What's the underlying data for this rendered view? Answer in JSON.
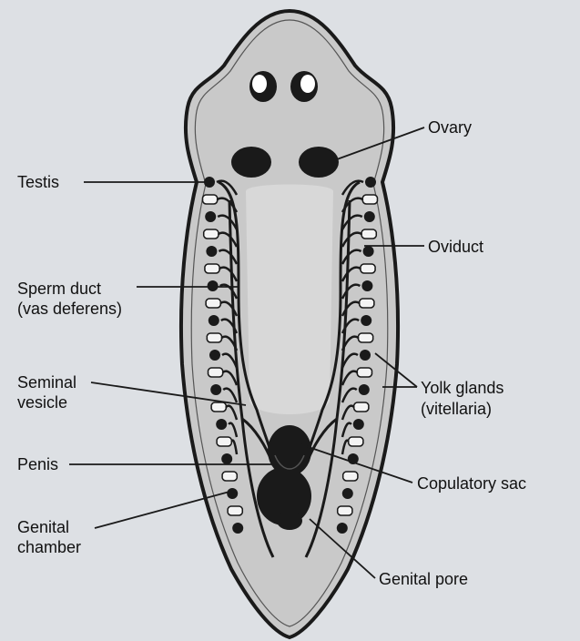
{
  "labels": {
    "testis": "Testis",
    "sperm_duct_line1": "Sperm duct",
    "sperm_duct_line2": "(vas deferens)",
    "seminal_vesicle_line1": "Seminal",
    "seminal_vesicle_line2": "vesicle",
    "penis": "Penis",
    "genital_chamber_line1": "Genital",
    "genital_chamber_line2": "chamber",
    "ovary": "Ovary",
    "oviduct": "Oviduct",
    "yolk_glands_line1": "Yolk glands",
    "yolk_glands_line2": "(vitellaria)",
    "copulatory_sac": "Copulatory sac",
    "genital_pore": "Genital pore"
  },
  "colors": {
    "background": "#dde0e4",
    "body_fill": "#c9c9c9",
    "outline": "#1a1a1a"
  }
}
